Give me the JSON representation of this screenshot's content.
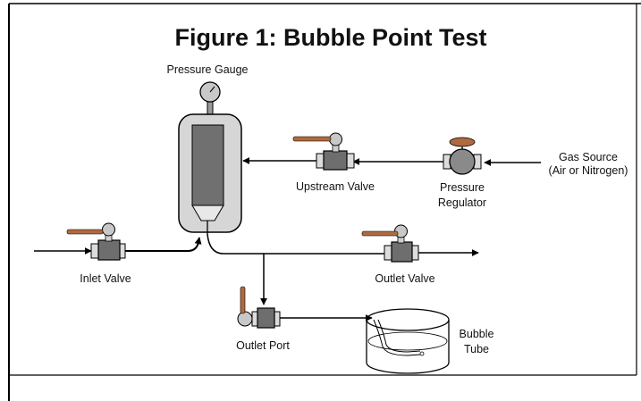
{
  "title": "Figure 1:  Bubble Point Test",
  "labels": {
    "pressure_gauge": "Pressure Gauge",
    "upstream_valve": "Upstream Valve",
    "pressure_regulator_line1": "Pressure",
    "pressure_regulator_line2": "Regulator",
    "gas_source_line1": "Gas Source",
    "gas_source_line2": "(Air or Nitrogen)",
    "inlet_valve": "Inlet Valve",
    "outlet_valve": "Outlet Valve",
    "outlet_port": "Outlet Port",
    "bubble_tube_line1": "Bubble",
    "bubble_tube_line2": "Tube"
  },
  "colors": {
    "frame": "#000000",
    "line": "#000000",
    "valve_body": "#6e6e6e",
    "valve_handle": "#b06a40",
    "housing_fill": "#d6d6d6",
    "cartridge_fill": "#707070",
    "gauge_fill": "#c8c8c8",
    "regulator_cap": "#b06a40",
    "regulator_body": "#8a8a8a"
  }
}
